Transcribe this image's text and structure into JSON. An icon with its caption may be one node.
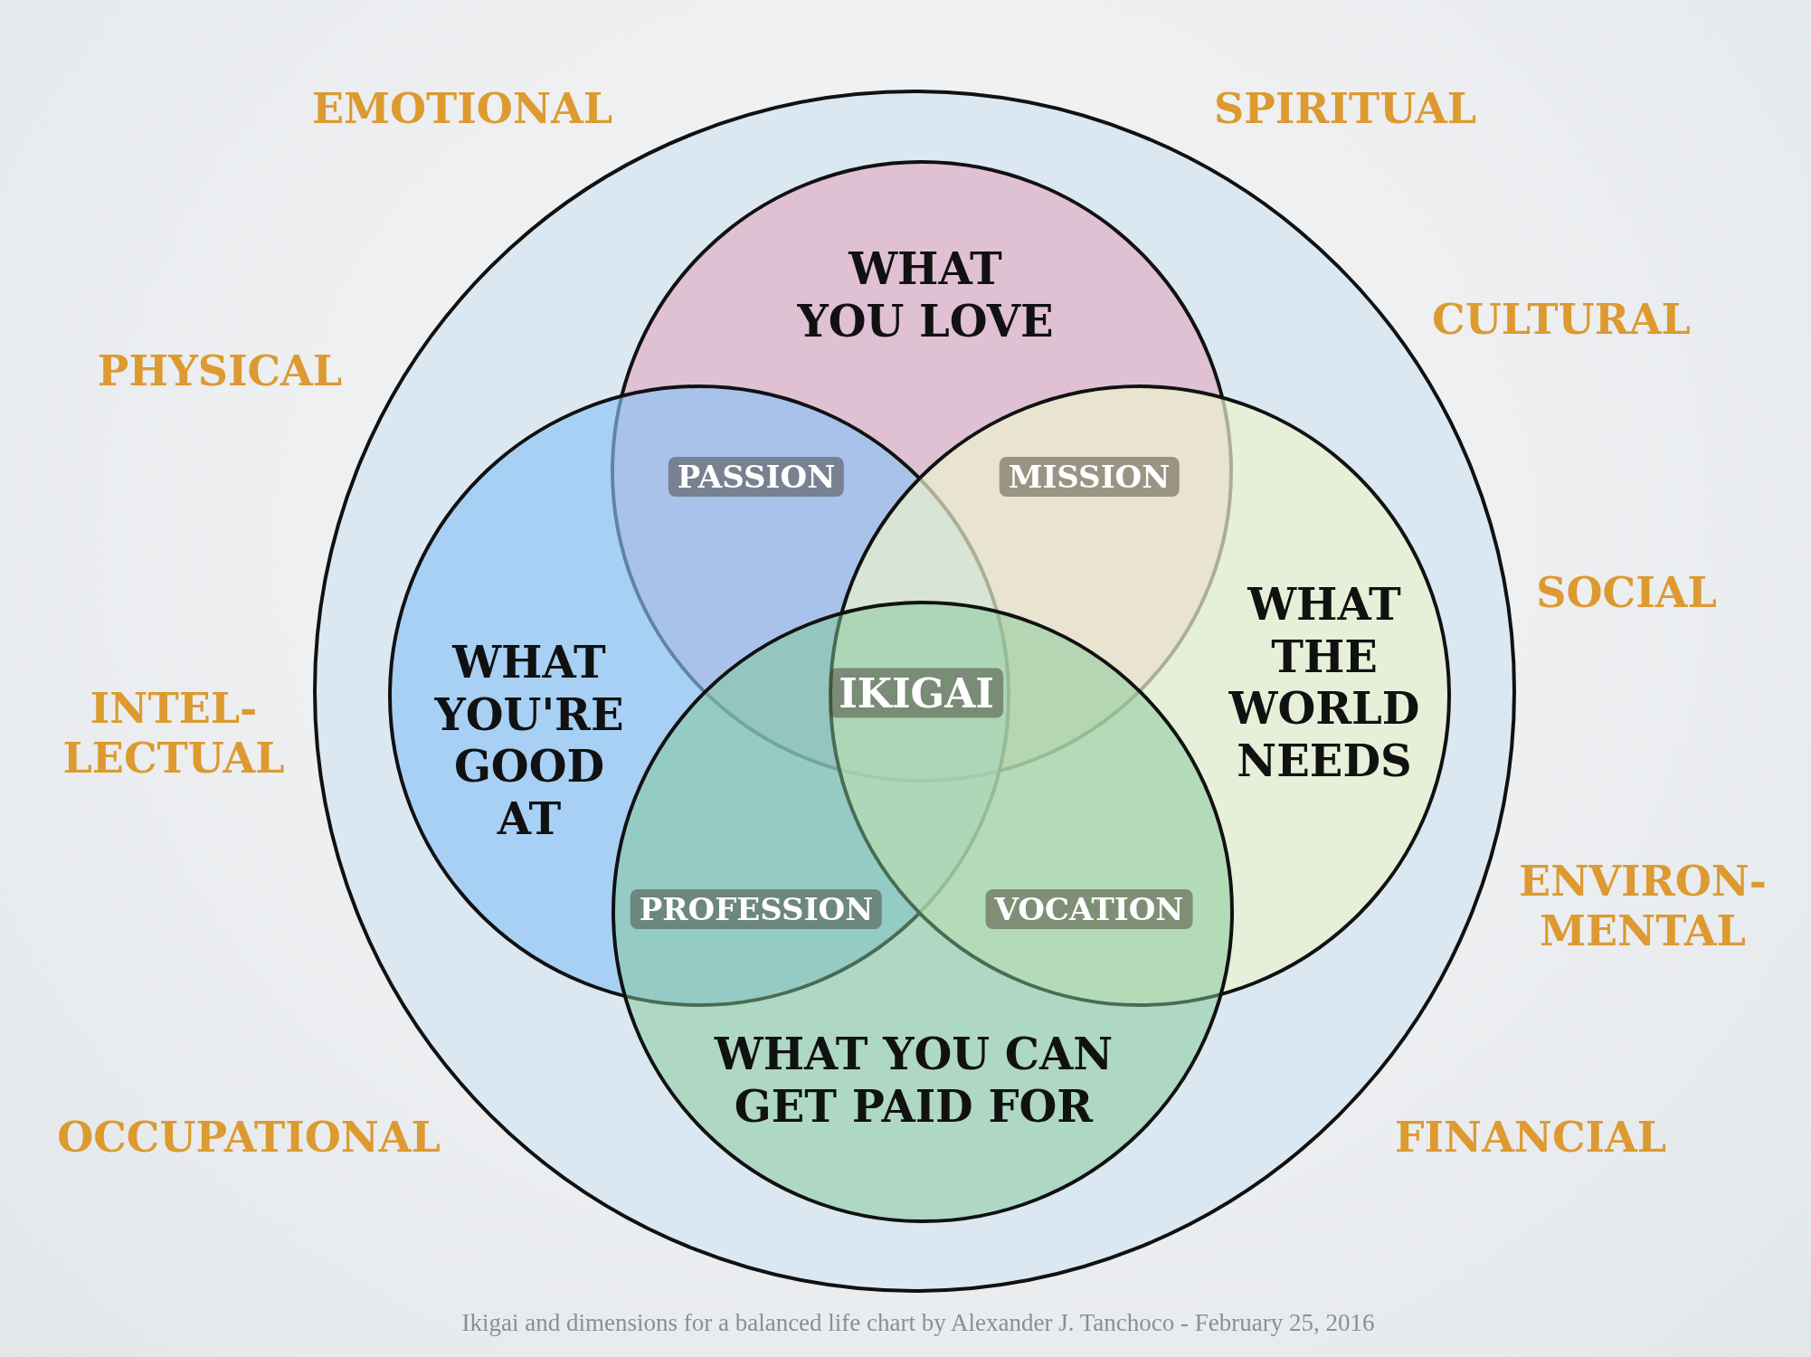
{
  "diagram": {
    "caption": "Ikigai and dimensions for a balanced life chart by Alexander J. Tanchoco - February 25, 2016",
    "nodes": [
      {
        "text": [],
        "shape": "circle"
      },
      {
        "text": [
          "WHAT YOU LOVE"
        ],
        "in": 0
      },
      {
        "text": [
          "WHAT YOU'RE GOOD AT"
        ],
        "in": 0
      },
      {
        "text": [
          "WHAT THE WORLD NEEDS"
        ],
        "in": 0
      },
      {
        "text": [
          "WHAT YOU CAN GET PAID FOR"
        ],
        "in": 0
      }
    ],
    "labels": [
      "EMOTIONAL",
      "SPIRITUAL",
      "CULTURAL",
      "PHYSICAL",
      "PASSION",
      "MISSION",
      "SOCIAL",
      "IKIGAI",
      "INTEL- LECTUAL",
      "ENVIRON- MENTAL",
      "PROFESSION",
      "VOCATION",
      "OCCUPATIONAL",
      "FINANCIAL"
    ]
  }
}
